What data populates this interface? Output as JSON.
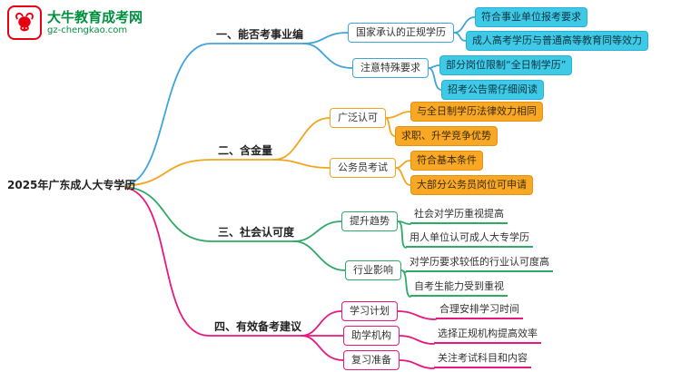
{
  "logo": {
    "site_name": "大牛教育成考网",
    "site_url": "gz-chengkao.com",
    "icon": "bull-icon",
    "brand_green": "#008f3e",
    "brand_red": "#e60012"
  },
  "colors": {
    "branch1_line": "#40a4dc",
    "branch1_leaf_bg": "#3ec9e6",
    "branch2_line": "#f2a51d",
    "branch2_leaf_bg": "#f9a825",
    "branch3_line": "#2fa968",
    "branch4_line": "#e8187f"
  },
  "mindmap": {
    "root": "2025年广东成人大专学历",
    "branches": [
      {
        "label": "一、能否考事业编",
        "children": [
          {
            "label": "国家承认的正规学历",
            "leaves": [
              "符合事业单位报考要求",
              "成人高考学历与普通高等教育同等效力"
            ]
          },
          {
            "label": "注意特殊要求",
            "leaves": [
              "部分岗位限制“全日制学历”",
              "招考公告需仔细阅读"
            ]
          }
        ]
      },
      {
        "label": "二、含金量",
        "children": [
          {
            "label": "广泛认可",
            "leaves": [
              "与全日制学历法律效力相同",
              "求职、升学竞争优势"
            ]
          },
          {
            "label": "公务员考试",
            "leaves": [
              "符合基本条件",
              "大部分公务员岗位可申请"
            ]
          }
        ]
      },
      {
        "label": "三、社会认可度",
        "children": [
          {
            "label": "提升趋势",
            "leaves": [
              "社会对学历重视提高",
              "用人单位认可成人大专学历"
            ]
          },
          {
            "label": "行业影响",
            "leaves": [
              "对学历要求较低的行业认可度高",
              "自考生能力受到重视"
            ]
          }
        ]
      },
      {
        "label": "四、有效备考建议",
        "children": [
          {
            "label": "学习计划",
            "leaves": [
              "合理安排学习时间"
            ]
          },
          {
            "label": "助学机构",
            "leaves": [
              "选择正规机构提高效率"
            ]
          },
          {
            "label": "复习准备",
            "leaves": [
              "关注考试科目和内容"
            ]
          }
        ]
      }
    ]
  }
}
